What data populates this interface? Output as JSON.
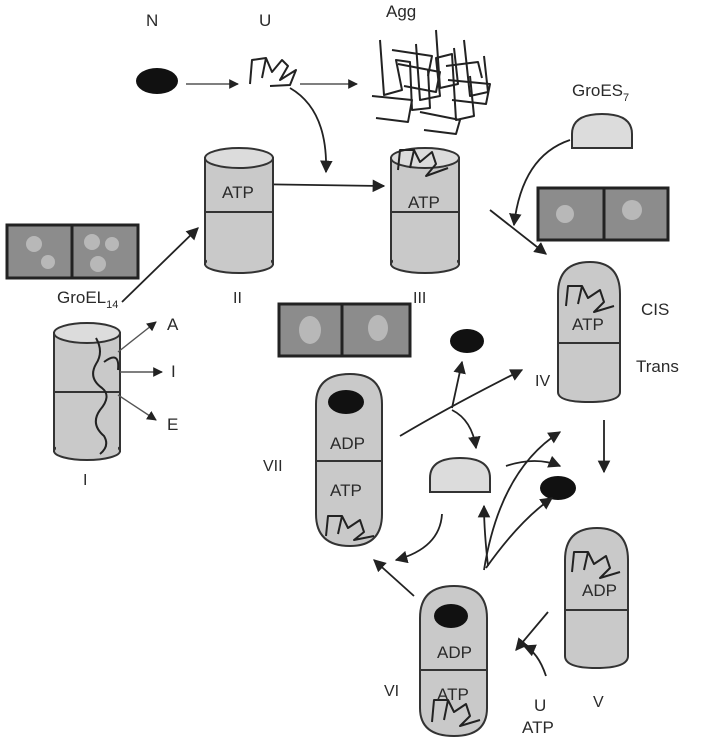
{
  "labels": {
    "native": "N",
    "unfolded": "U",
    "aggregate": "Agg",
    "groes_prefix": "GroES",
    "groes_sub": "7",
    "groel_prefix": "GroEL",
    "groel_sub": "14",
    "site_a": "A",
    "site_i": "I",
    "site_e": "E",
    "cis": "CIS",
    "trans": "Trans",
    "atp": "ATP",
    "adp": "ADP",
    "u_bottom": "U",
    "atp_bottom": "ATP"
  },
  "stages": {
    "i": "I",
    "ii": "II",
    "iii": "III",
    "iv": "IV",
    "v": "V",
    "vi": "VI",
    "vii": "VII"
  },
  "colors": {
    "barrel_fill": "#c9c9c9",
    "barrel_top": "#dcdcdc",
    "protein": "#111111",
    "micrograph": "#8c8c8c"
  }
}
